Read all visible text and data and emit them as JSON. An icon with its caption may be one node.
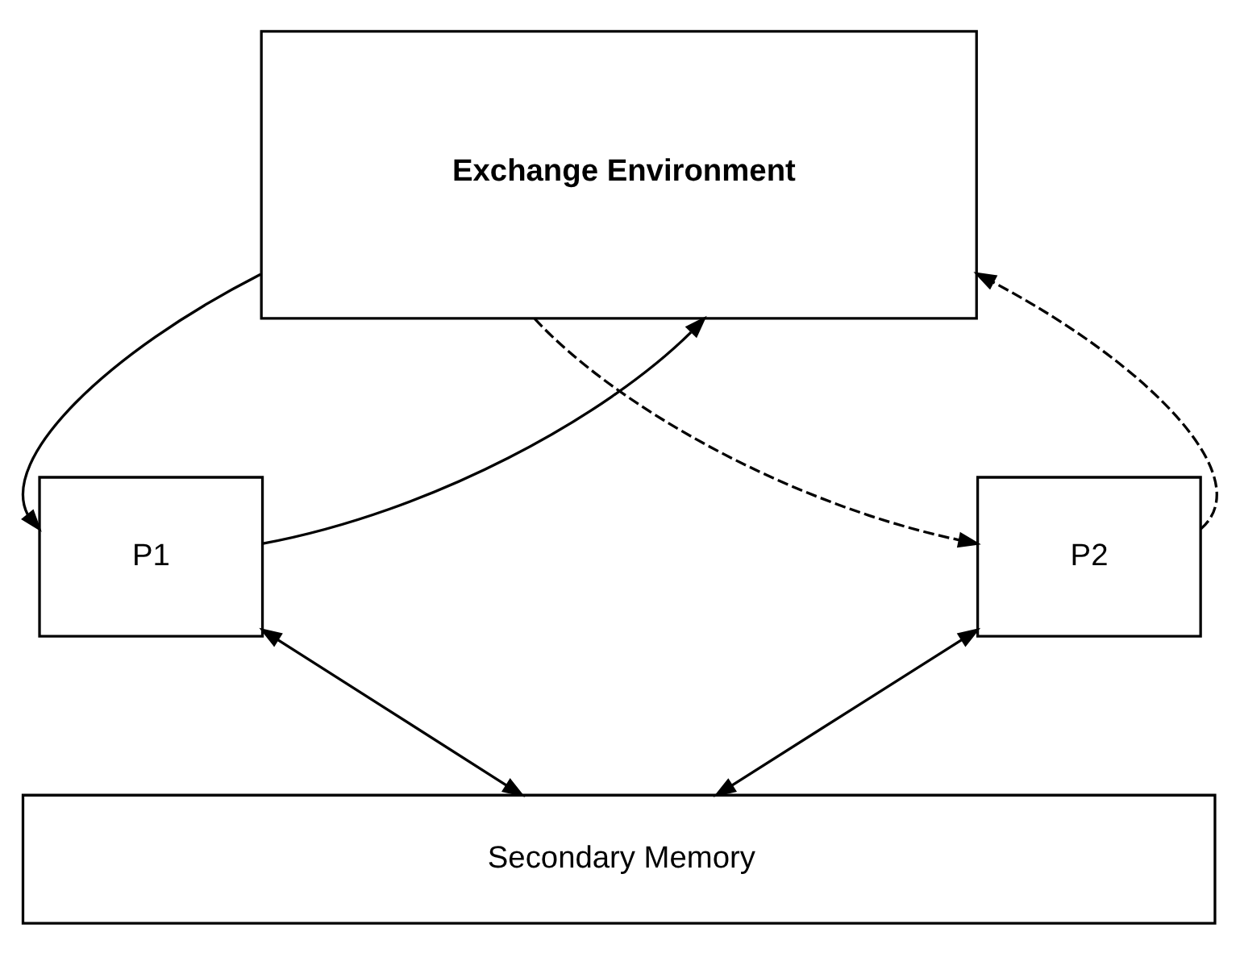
{
  "diagram": {
    "nodes": [
      {
        "text": [
          "Exchange Environment"
        ]
      },
      {
        "text": [
          "P1"
        ]
      },
      {
        "text": [
          "P2"
        ]
      },
      {
        "text": [
          "Secondary Memory"
        ]
      }
    ],
    "edges": [
      {
        "from": 1,
        "to": 0,
        "arrow": "to"
      },
      {
        "from": 0,
        "to": 1,
        "arrow": "to"
      },
      {
        "from": 2,
        "to": 0,
        "arrow": "to",
        "style": "dashed"
      },
      {
        "from": 0,
        "to": 2,
        "arrow": "to",
        "style": "dashed"
      },
      {
        "from": 1,
        "to": 3,
        "arrow": "both"
      },
      {
        "from": 2,
        "to": 3,
        "arrow": "both"
      }
    ]
  }
}
